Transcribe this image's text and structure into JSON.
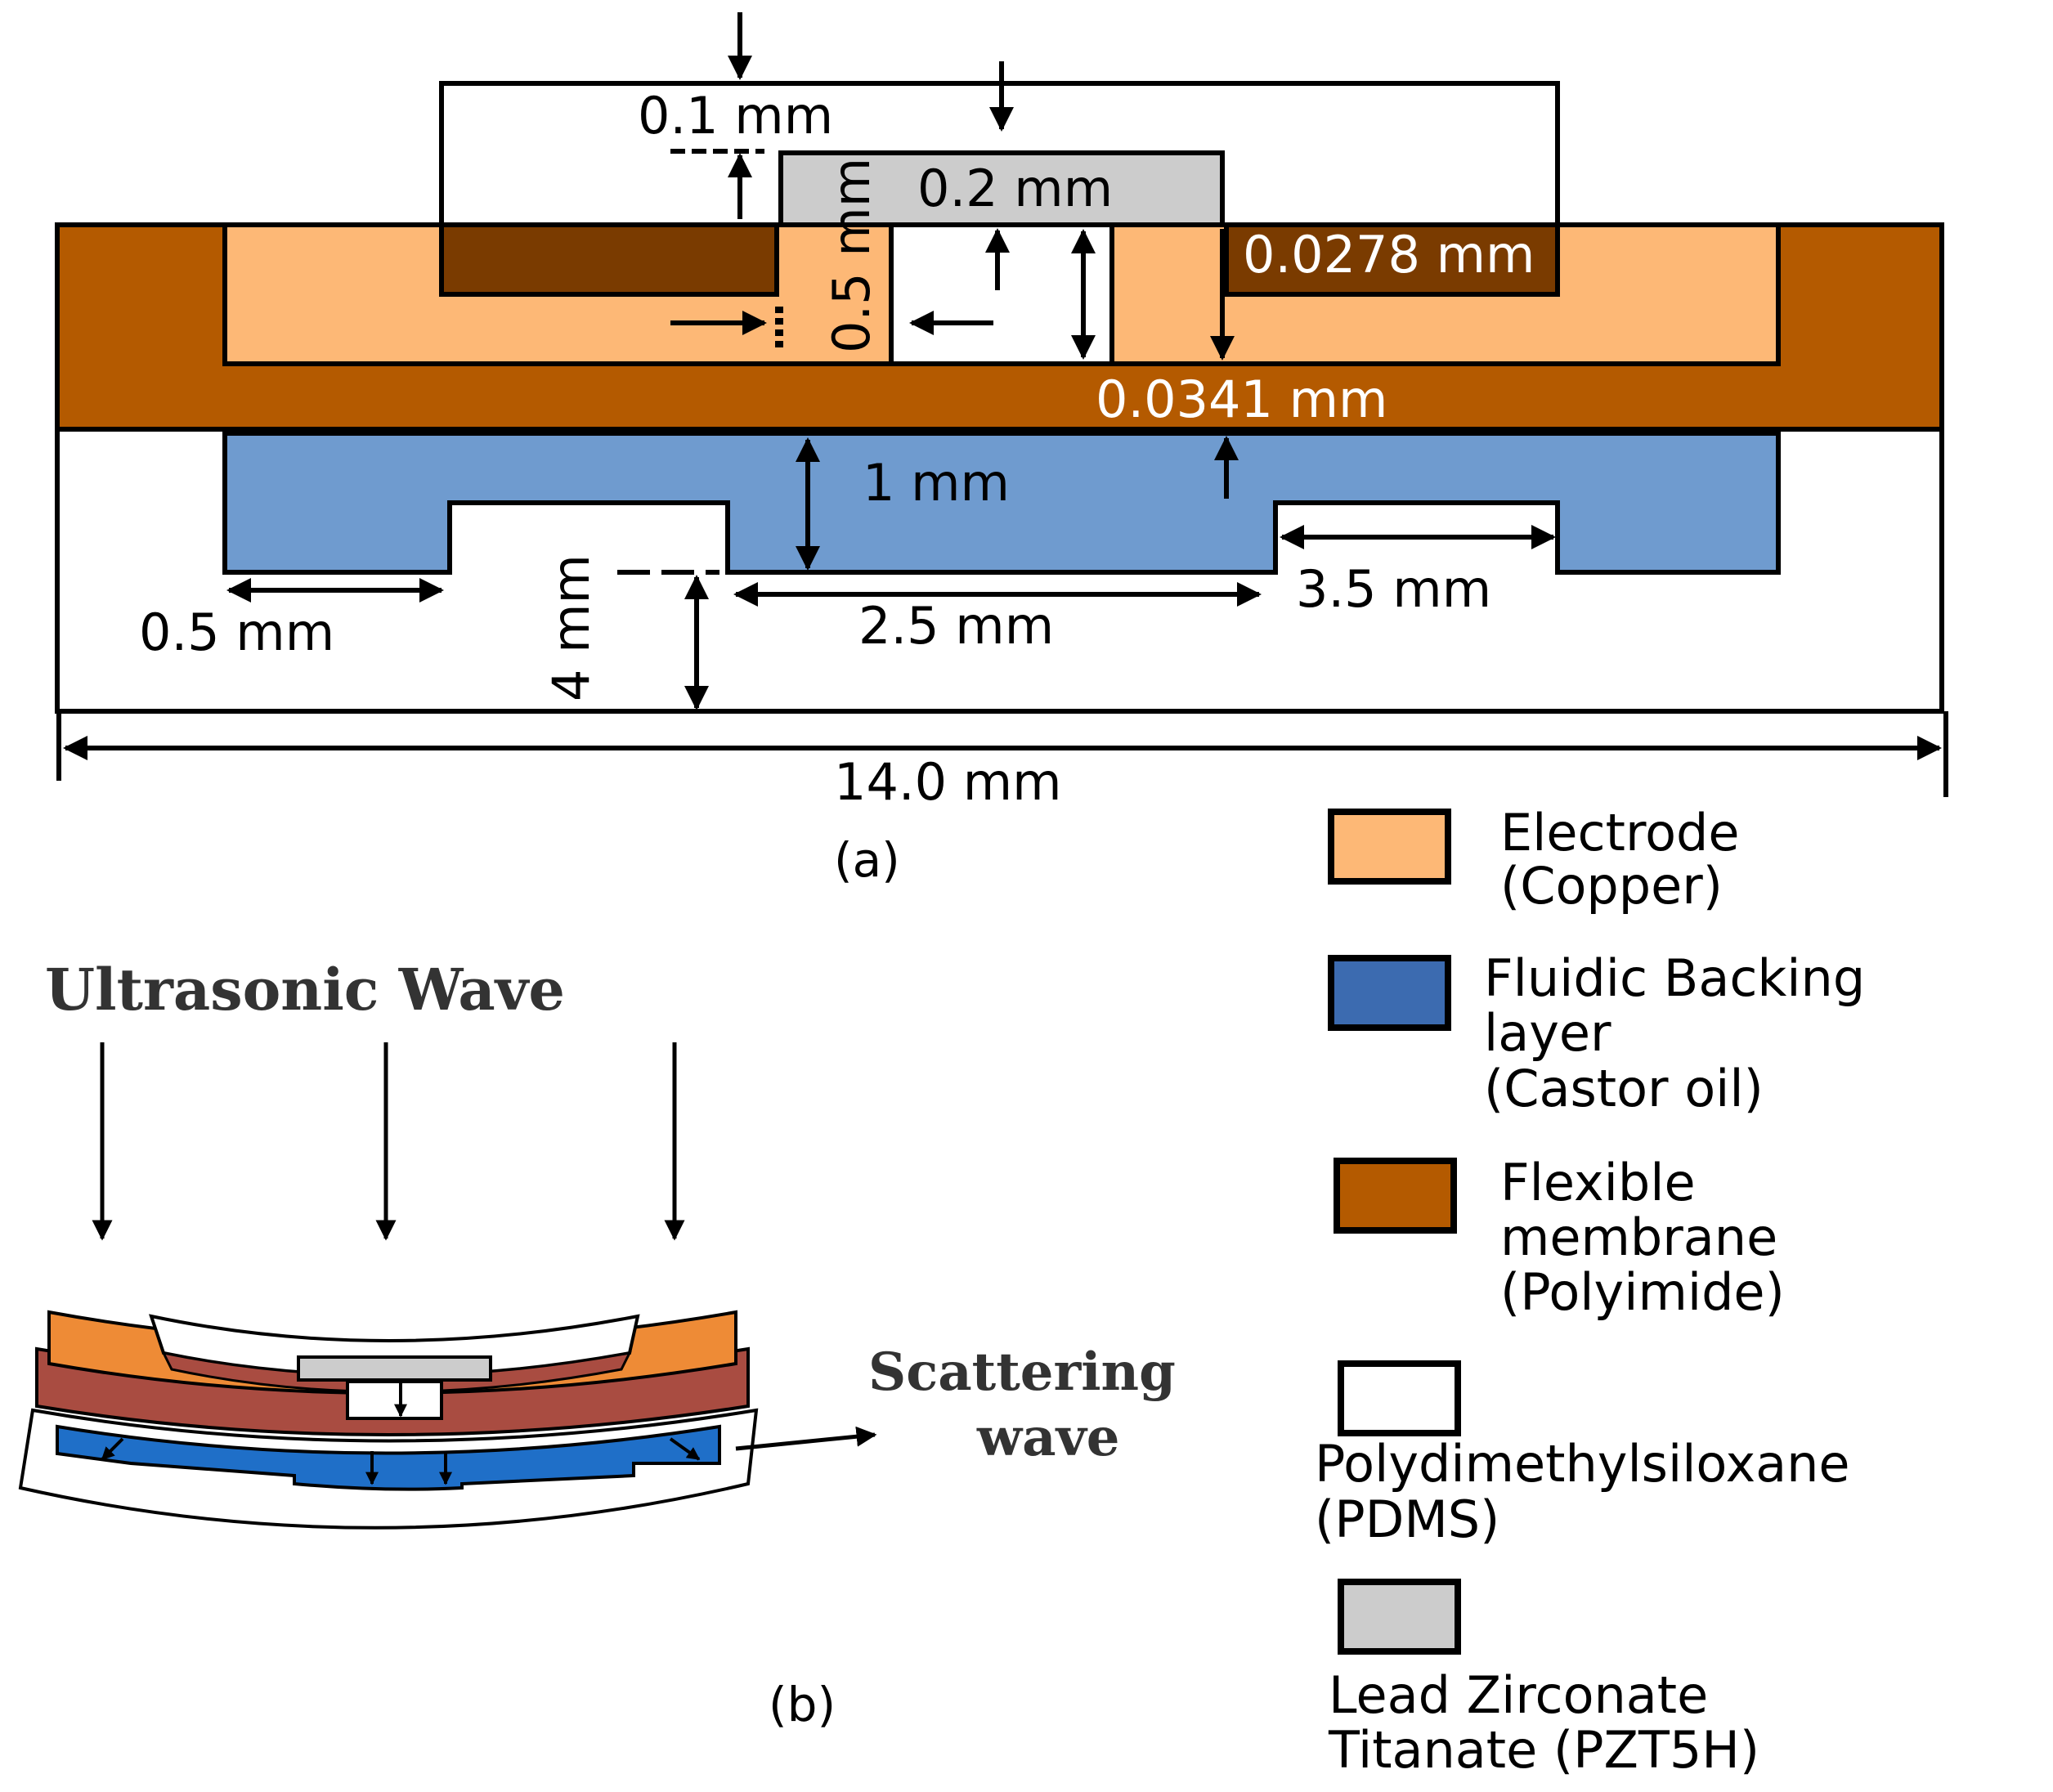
{
  "colors": {
    "copper": "#FDB876",
    "castor_oil": "#6F9BCF",
    "polyimide": "#B45A00",
    "polyimide_dark": "#7A3B00",
    "pdms": "#FFFFFF",
    "pzt": "#CCCCCC",
    "legend_blue": "#3C6BB0",
    "b_membrane": "#A94C41",
    "b_copper": "#EE8B36",
    "b_blue": "#1F6FC8"
  },
  "dimensions": {
    "d_01": "0.1 mm",
    "d_02": "0.2 mm",
    "d_05v": "0.5 mm",
    "d_00278": "0.0278 mm",
    "d_00341": "0.0341 mm",
    "d_1": "1 mm",
    "d_05h": "0.5 mm",
    "d_4": "4 mm",
    "d_25": "2.5 mm",
    "d_35": "3.5 mm",
    "d_14": "14.0 mm"
  },
  "captions": {
    "a": "(a)",
    "b": "(b)"
  },
  "panel_b": {
    "title": "Ultrasonic Wave",
    "scatter_line1": "Scattering",
    "scatter_line2": "wave"
  },
  "legend": [
    {
      "icon": "copper-swatch-icon",
      "lines": [
        "Electrode",
        "(Copper)"
      ]
    },
    {
      "icon": "castor-oil-swatch-icon",
      "lines": [
        "Fluidic Backing",
        "layer",
        "(Castor oil)"
      ]
    },
    {
      "icon": "polyimide-swatch-icon",
      "lines": [
        "Flexible",
        "membrane",
        "(Polyimide)"
      ]
    },
    {
      "icon": "pdms-swatch-icon",
      "lines": [
        "Polydimethylsiloxane",
        "(PDMS)"
      ]
    },
    {
      "icon": "pzt-swatch-icon",
      "lines": [
        "Lead Zirconate",
        "Titanate (PZT5H)"
      ]
    }
  ]
}
